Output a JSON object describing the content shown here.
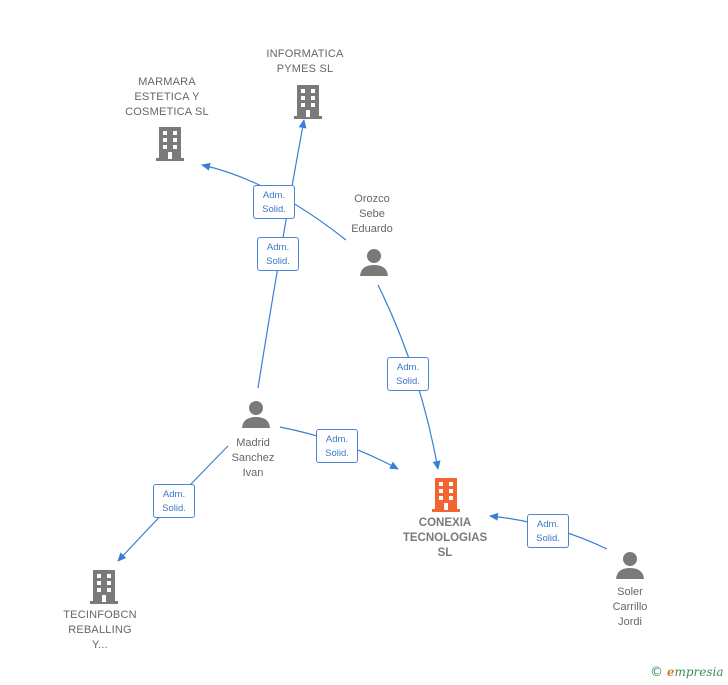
{
  "colors": {
    "edge": "#3a7fd5",
    "company_icon": "#7a7a7a",
    "main_company_icon": "#f26430",
    "person_icon": "#7a7a7a"
  },
  "nodes": {
    "informatica": {
      "label": "INFORMATICA\nPYMES  SL",
      "icon": "building-icon"
    },
    "marmara": {
      "label": "MARMARA\nESTETICA Y\nCOSMETICA SL",
      "icon": "building-icon"
    },
    "orozco": {
      "label": "Orozco\nSebe\nEduardo",
      "icon": "person-icon"
    },
    "madrid": {
      "label": "Madrid\nSanchez\nIvan",
      "icon": "person-icon"
    },
    "conexia": {
      "label": "CONEXIA\nTECNOLOGIAS\nSL",
      "icon": "building-icon"
    },
    "tecinfobcn": {
      "label": "TECINFOBCN\nREBALLING\nY...",
      "icon": "building-icon"
    },
    "soler": {
      "label": "Soler\nCarrillo\nJordi",
      "icon": "person-icon"
    }
  },
  "edge_labels": {
    "orozco_marmara": "Adm.\nSolid.",
    "madrid_informatica": "Adm.\nSolid.",
    "orozco_conexia": "Adm.\nSolid.",
    "madrid_conexia": "Adm.\nSolid.",
    "madrid_tecinfobcn": "Adm.\nSolid.",
    "soler_conexia": "Adm.\nSolid."
  },
  "footer": {
    "copyright": "©",
    "brand_initial": "e",
    "brand_rest": "mpresia"
  }
}
